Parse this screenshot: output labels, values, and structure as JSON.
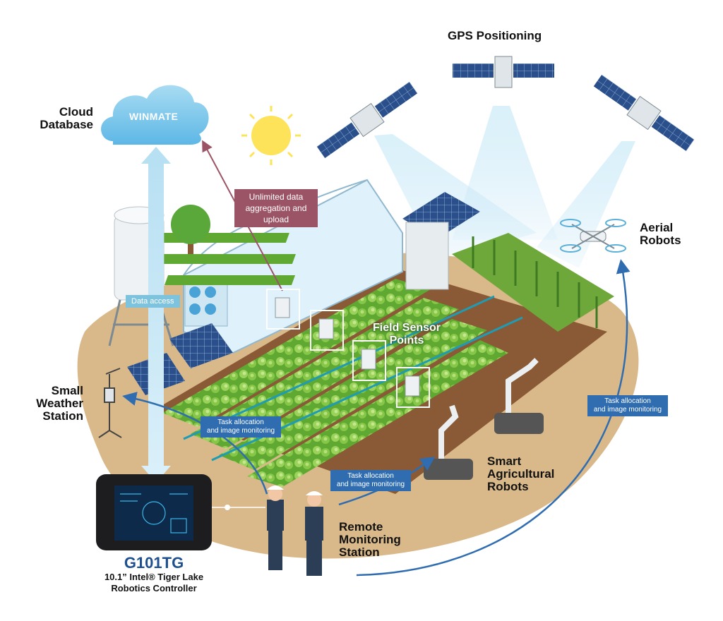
{
  "labels": {
    "gps": "GPS Positioning",
    "cloud_line1": "Cloud",
    "cloud_line2": "Database",
    "aerial_line1": "Aerial",
    "aerial_line2": "Robots",
    "weather_line1": "Small",
    "weather_line2": "Weather",
    "weather_line3": "Station",
    "field_line1": "Field Sensor",
    "field_line2": "Points",
    "smart_line1": "Smart",
    "smart_line2": "Agricultural",
    "smart_line3": "Robots",
    "remote_line1": "Remote",
    "remote_line2": "Monitoring",
    "remote_line3": "Station"
  },
  "logo_text": "WINMATE",
  "callouts": {
    "upload_line1": "Unlimited data",
    "upload_line2": "aggregation and",
    "upload_line3": "upload",
    "data_access": "Data access",
    "task_line1": "Task allocation",
    "task_line2": "and image monitoring"
  },
  "product": {
    "model": "G101TG",
    "desc_line1": "10.1” Intel® Tiger Lake",
    "desc_line2": "Robotics Controller"
  },
  "colors": {
    "accent_blue": "#2f6db0",
    "callout_red": "#9b5466",
    "sky_beam": "#bfe3f5",
    "field_green": "#7cc242",
    "soil": "#c9a77a"
  }
}
